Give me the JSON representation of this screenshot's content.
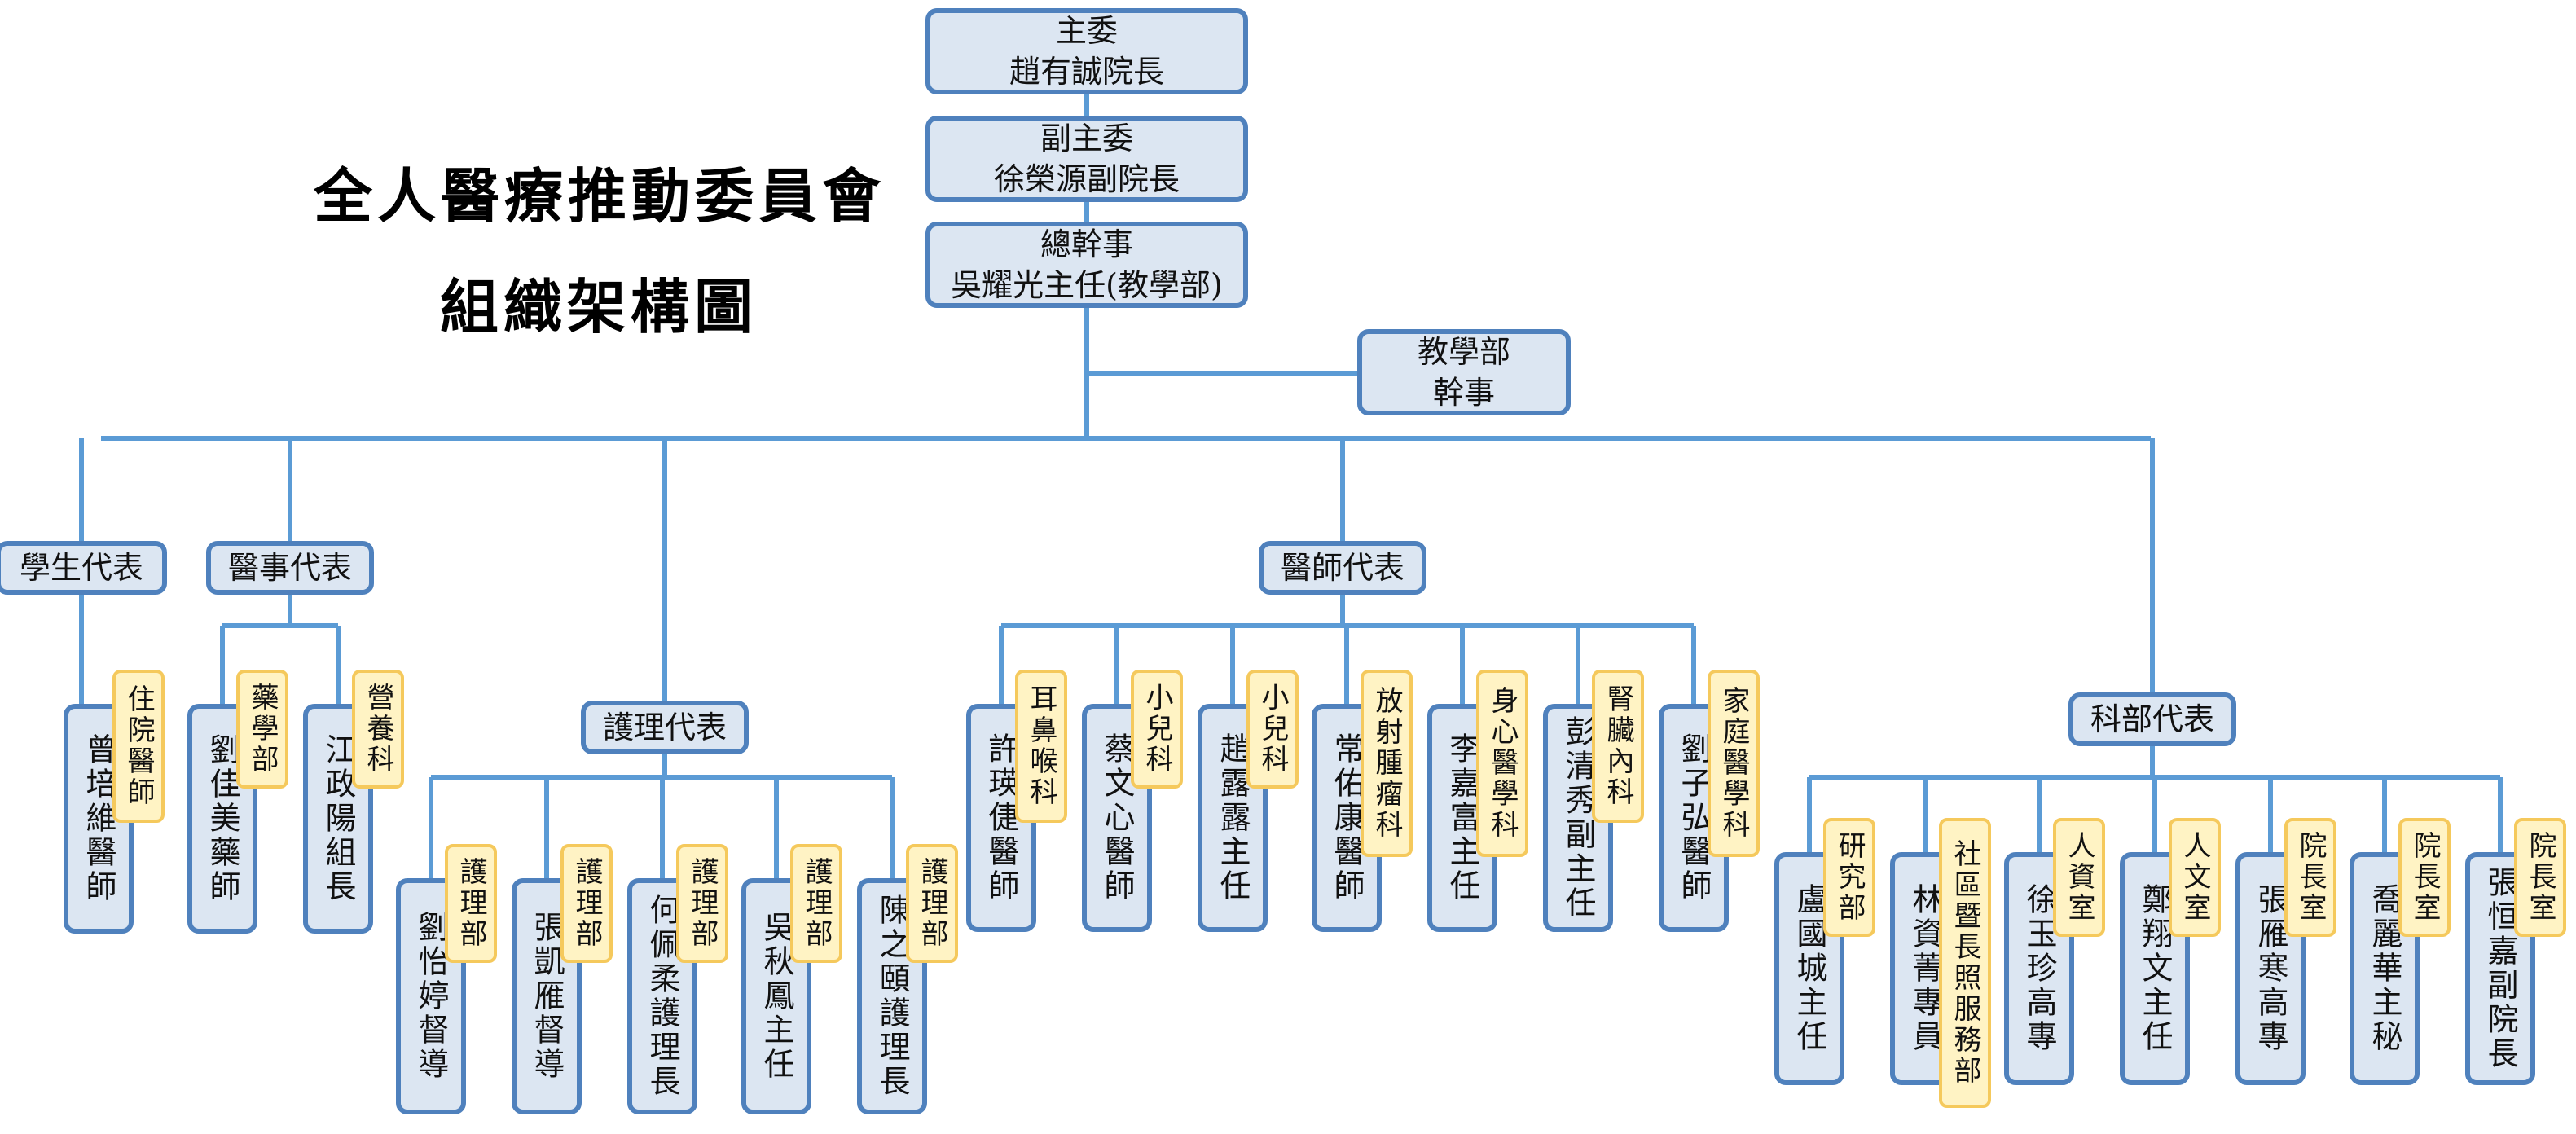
{
  "title": {
    "line1": "全人醫療推動委員會",
    "line2": "組織架構圖"
  },
  "chair": {
    "role": "主委",
    "name": "趙有誠院長"
  },
  "vice_chair": {
    "role": "副主委",
    "name": "徐榮源副院長"
  },
  "secretary_general": {
    "role": "總幹事",
    "name": "吳耀光主任(教學部)"
  },
  "teaching_secretary": {
    "line1": "教學部",
    "line2": "幹事"
  },
  "groups": {
    "student": {
      "label": "學生代表",
      "members": [
        {
          "name": "曾培維醫師",
          "dept": "住院醫師"
        }
      ]
    },
    "medical_affairs": {
      "label": "醫事代表",
      "members": [
        {
          "name": "劉佳美藥師",
          "dept": "藥學部"
        },
        {
          "name": "江政陽組長",
          "dept": "營養科"
        }
      ]
    },
    "nursing": {
      "label": "護理代表",
      "members": [
        {
          "name": "劉怡婷督導",
          "dept": "護理部"
        },
        {
          "name": "張凱雁督導",
          "dept": "護理部"
        },
        {
          "name": "何佩柔護理長",
          "dept": "護理部"
        },
        {
          "name": "吳秋鳳主任",
          "dept": "護理部"
        },
        {
          "name": "陳之頤護理長",
          "dept": "護理部"
        }
      ]
    },
    "physician": {
      "label": "醫師代表",
      "members": [
        {
          "name": "許瑛倢醫師",
          "dept": "耳鼻喉科"
        },
        {
          "name": "蔡文心醫師",
          "dept": "小兒科"
        },
        {
          "name": "趙露露主任",
          "dept": "小兒科"
        },
        {
          "name": "常佑康醫師",
          "dept": "放射腫瘤科"
        },
        {
          "name": "李嘉富主任",
          "dept": "身心醫學科"
        },
        {
          "name": "彭清秀副主任",
          "dept": "腎臟內科"
        },
        {
          "name": "劉子弘醫師",
          "dept": "家庭醫學科"
        }
      ]
    },
    "department": {
      "label": "科部代表",
      "members": [
        {
          "name": "盧國城主任",
          "dept": "研究部"
        },
        {
          "name": "林資菁專員",
          "dept": "社區暨長照服務部"
        },
        {
          "name": "徐玉珍高專",
          "dept": "人資室"
        },
        {
          "name": "鄭翔文主任",
          "dept": "人文室"
        },
        {
          "name": "張雁寒高專",
          "dept": "院長室"
        },
        {
          "name": "喬麗華主秘",
          "dept": "院長室"
        },
        {
          "name": "張恒嘉副院長",
          "dept": "院長室"
        }
      ]
    }
  },
  "colors": {
    "box_fill": "#dce6f2",
    "box_border": "#4f81bd",
    "tag_fill": "#fff3c4",
    "tag_border": "#f5c95c",
    "line": "#5b9bd5"
  }
}
